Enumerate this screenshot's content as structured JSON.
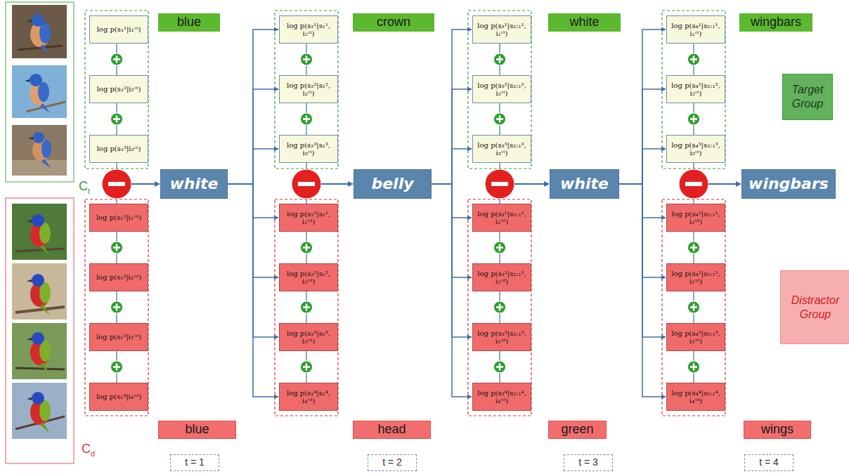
{
  "diagram": {
    "nodes": [
      {
        "text": [
          "blue"
        ]
      },
      {
        "text": [
          "log p(s₁¹|i₁ᶜᵗ)"
        ]
      },
      {
        "text": [
          "log p(s₁²|i₂ᶜᵗ)"
        ]
      },
      {
        "text": [
          "log p(s₁³|i₃ᶜᵗ)"
        ]
      },
      {
        "text": [
          "white"
        ]
      },
      {
        "text": [
          "log p(s₁¹|i₁ᶜᵈ)"
        ]
      },
      {
        "text": [
          "log p(s₁²|i₂ᶜᵈ)"
        ]
      },
      {
        "text": [
          "log p(s₁³|i₃ᶜᵈ)"
        ]
      },
      {
        "text": [
          "log p(s₁⁴|i₄ᶜᵈ)"
        ]
      },
      {
        "text": [
          "blue"
        ]
      },
      {
        "text": [
          "t = 1"
        ]
      },
      {
        "text": [
          "crown"
        ]
      },
      {
        "text": [
          "log p(s₂¹|s₁¹, i₁ᶜᵗ)"
        ]
      },
      {
        "text": [
          "log p(s₂²|s₁², i₂ᶜᵗ)"
        ]
      },
      {
        "text": [
          "log p(s₂³|s₁³, i₃ᶜᵗ)"
        ]
      },
      {
        "text": [
          "belly"
        ]
      },
      {
        "text": [
          "log p(s₂¹|s₁¹, i₁ᶜᵈ)"
        ]
      },
      {
        "text": [
          "log p(s₂²|s₁², i₂ᶜᵈ)"
        ]
      },
      {
        "text": [
          "log p(s₂³|s₁³, i₃ᶜᵈ)"
        ]
      },
      {
        "text": [
          "log p(s₂⁴|s₁⁴, i₄ᶜᵈ)"
        ]
      },
      {
        "text": [
          "head"
        ]
      },
      {
        "text": [
          "t = 2"
        ]
      },
      {
        "text": [
          "white"
        ]
      },
      {
        "text": [
          "log p(s₃¹|s₂:₁¹, i₁ᶜᵗ)"
        ]
      },
      {
        "text": [
          "log p(s₃²|s₂:₁², i₂ᶜᵗ)"
        ]
      },
      {
        "text": [
          "log p(s₃³|s₂:₁³, i₃ᶜᵗ)"
        ]
      },
      {
        "text": [
          "white"
        ]
      },
      {
        "text": [
          "log p(s₃¹|s₂:₁¹, i₁ᶜᵈ)"
        ]
      },
      {
        "text": [
          "log p(s₃²|s₂:₁², i₂ᶜᵈ)"
        ]
      },
      {
        "text": [
          "log p(s₃³|s₂:₁³, i₃ᶜᵈ)"
        ]
      },
      {
        "text": [
          "log p(s₃⁴|s₂:₁⁴, i₄ᶜᵈ)"
        ]
      },
      {
        "text": [
          "green"
        ]
      },
      {
        "text": [
          "t = 3"
        ]
      },
      {
        "text": [
          "wingbars"
        ]
      },
      {
        "text": [
          "log p(s₄¹|s₃:₁¹, i₁ᶜᵗ)"
        ]
      },
      {
        "text": [
          "log p(s₄²|s₃:₁², i₂ᶜᵗ)"
        ]
      },
      {
        "text": [
          "log p(s₄³|s₃:₁³, i₃ᶜᵗ)"
        ]
      },
      {
        "text": [
          "wingbars"
        ]
      },
      {
        "text": [
          "log p(s₄¹|s₃:₁¹, i₁ᶜᵈ)"
        ]
      },
      {
        "text": [
          "log p(s₄²|s₃:₁², i₂ᶜᵈ)"
        ]
      },
      {
        "text": [
          "log p(s₄³|s₃:₁³, i₃ᶜᵈ)"
        ]
      },
      {
        "text": [
          "log p(s₄⁴|s₃:₁⁴, i₄ᶜᵈ)"
        ]
      },
      {
        "text": [
          "wings"
        ]
      },
      {
        "text": [
          "t = 4"
        ]
      },
      {
        "text": [
          "Target Group"
        ]
      },
      {
        "text": [
          "Distractor Group"
        ]
      }
    ],
    "edges": [
      {
        "from": 4,
        "to": 12,
        "arrow": "to"
      },
      {
        "from": 4,
        "to": 13,
        "arrow": "to"
      },
      {
        "from": 4,
        "to": 14,
        "arrow": "to"
      },
      {
        "from": 4,
        "to": 16,
        "arrow": "to"
      },
      {
        "from": 4,
        "to": 17,
        "arrow": "to"
      },
      {
        "from": 4,
        "to": 18,
        "arrow": "to"
      },
      {
        "from": 4,
        "to": 19,
        "arrow": "to"
      },
      {
        "from": 15,
        "to": 23,
        "arrow": "to"
      },
      {
        "from": 15,
        "to": 24,
        "arrow": "to"
      },
      {
        "from": 15,
        "to": 25,
        "arrow": "to"
      },
      {
        "from": 15,
        "to": 27,
        "arrow": "to"
      },
      {
        "from": 15,
        "to": 28,
        "arrow": "to"
      },
      {
        "from": 15,
        "to": 29,
        "arrow": "to"
      },
      {
        "from": 15,
        "to": 30,
        "arrow": "to"
      },
      {
        "from": 26,
        "to": 34,
        "arrow": "to"
      },
      {
        "from": 26,
        "to": 35,
        "arrow": "to"
      },
      {
        "from": 26,
        "to": 36,
        "arrow": "to"
      },
      {
        "from": 26,
        "to": 38,
        "arrow": "to"
      },
      {
        "from": 26,
        "to": 39,
        "arrow": "to"
      },
      {
        "from": 26,
        "to": 40,
        "arrow": "to"
      },
      {
        "from": 26,
        "to": 41,
        "arrow": "to"
      }
    ],
    "labels": [
      "C",
      "t",
      "C",
      "d"
    ]
  }
}
